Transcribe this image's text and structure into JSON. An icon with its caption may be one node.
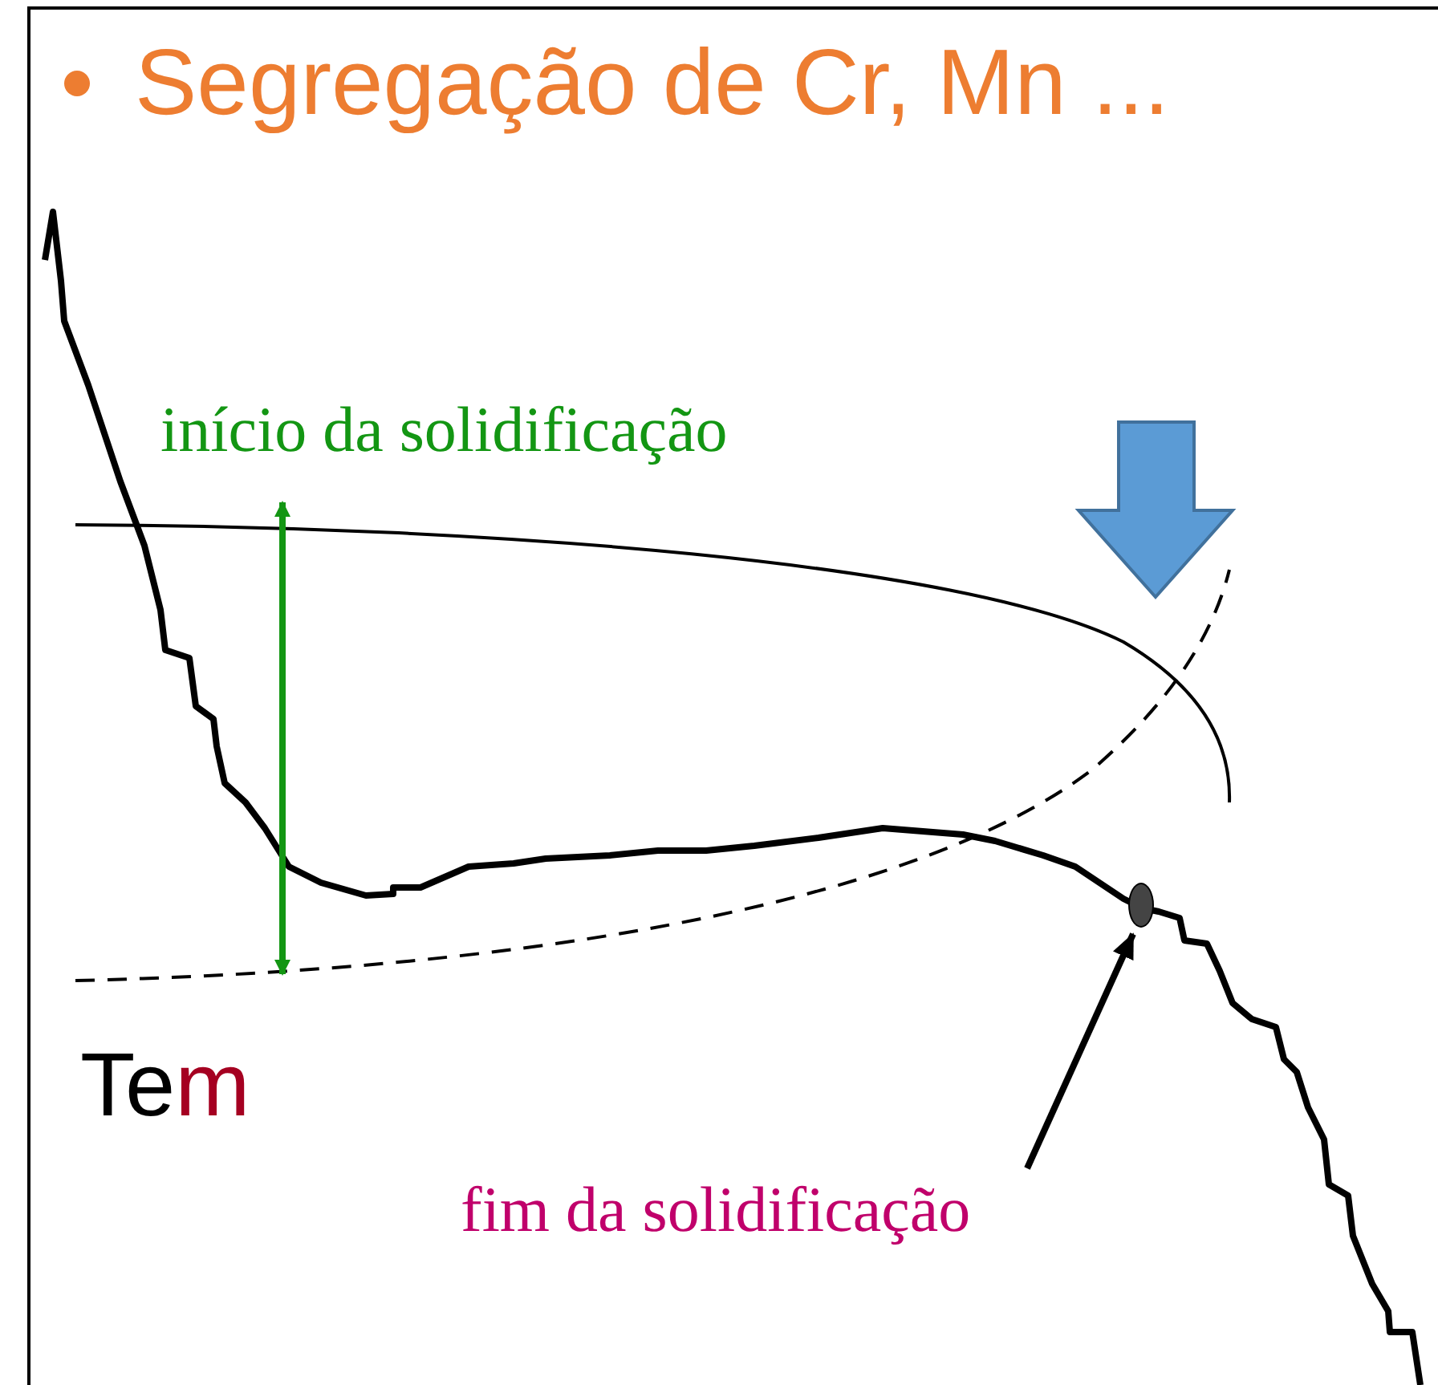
{
  "diagram": {
    "title": "Segregação de Cr, Mn ...",
    "nodes": [
      {
        "text": [
          "fim da solidificação"
        ]
      },
      {
        "text": [],
        "shape": "ellipse"
      }
    ],
    "edges": [
      {
        "from": 0,
        "to": 1,
        "arrow": "to"
      }
    ],
    "labels": [
      "início da solidificação",
      "Tem"
    ]
  }
}
